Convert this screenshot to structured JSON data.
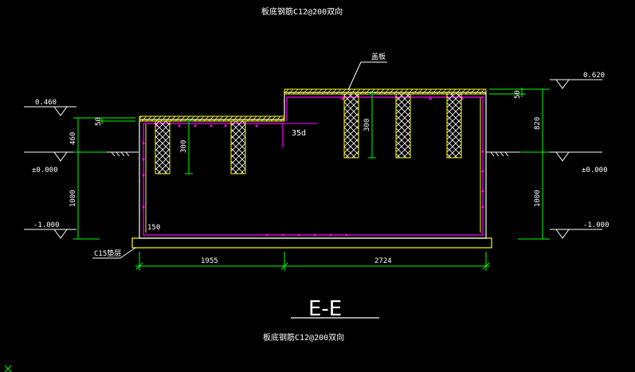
{
  "drawing": {
    "top_caption": "板底钢筋C12@200双向",
    "bottom_caption": "板底钢筋C12@200双向",
    "section_title": "E-E",
    "leader_label": "盖板",
    "anchorage_label": "35d",
    "cushion_label": "C15垫层",
    "wall_thickness_label": "150"
  },
  "elevations": {
    "left": [
      "0.460",
      "±0.000",
      "-1.000"
    ],
    "right": [
      "0.620",
      "±0.000",
      "-1.000"
    ]
  },
  "dimensions": {
    "left_vertical": [
      "460",
      "1000"
    ],
    "right_vertical": [
      "820",
      "1000"
    ],
    "left_slab": "50",
    "right_slab": "50",
    "beam_left_depth": "300",
    "beam_right_depth": "300",
    "horizontal": [
      "1955",
      "2724"
    ]
  },
  "colors": {
    "background": "#000000",
    "outline": "#ffffff",
    "rebar": "#ff00ff",
    "concrete": "#ffff00",
    "dimension": "#00ff00",
    "text": "#ffffff"
  }
}
